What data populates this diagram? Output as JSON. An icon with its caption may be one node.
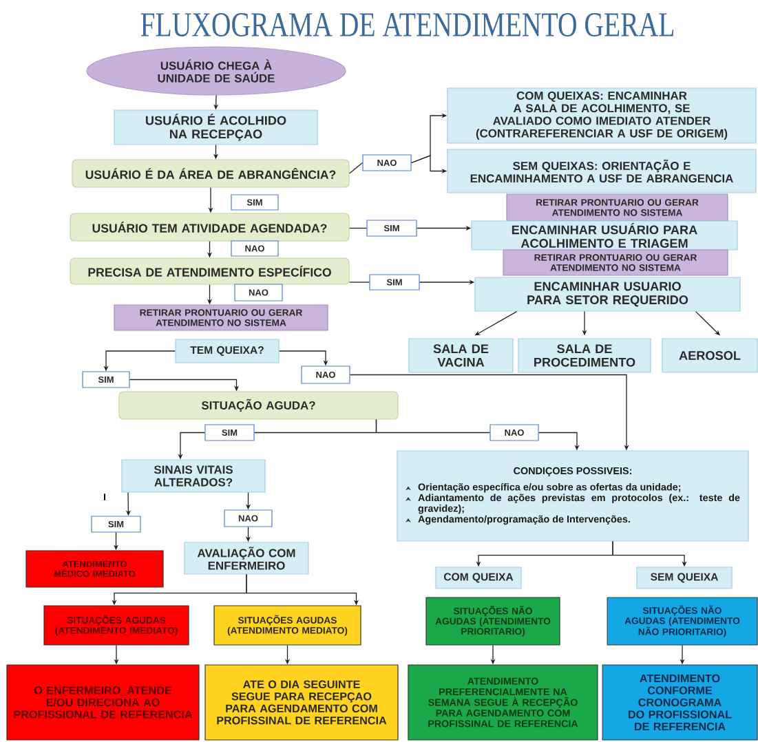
{
  "diagram": {
    "title": "FLUXOGRAMA DE ATENDIMENTO GERAL",
    "nodes": [
      {
        "text": [
          "USUÁRIO CHEGA À UNIDADE DE SAÚDE"
        ]
      },
      {
        "text": [
          "USUÁRIO É ACOLHIDO NA RECEPÇAO"
        ]
      },
      {
        "text": [
          "USUÁRIO É DA ÁREA DE ABRANGÊNCIA?"
        ]
      },
      {
        "text": [
          "NAO"
        ]
      },
      {
        "text": [
          "COM QUEIXAS: ENCAMINHAR A SALA DE ACOLHIMENTO, SE AVALIADO COMO IMEDIATO ATENDER (CONTRAREFERENCIAR A USF DE ORIGEM)"
        ]
      },
      {
        "text": [
          "SEM QUEIXAS: ORIENTAÇÃO E ENCAMINHAMENTO A USF DE ABRANGENCIA"
        ]
      },
      {
        "text": [
          "SIM"
        ]
      },
      {
        "text": [
          "USUÁRIO TEM ATIVIDADE AGENDADA?"
        ]
      },
      {
        "text": [
          "SIM"
        ]
      },
      {
        "text": [
          "RETIRAR PRONTUARIO OU GERAR ATENDIMENTO NO SISTEMA"
        ]
      },
      {
        "text": [
          "ENCAMINHAR USUÁRIO PARA ACOLHIMENTO E TRIAGEM"
        ]
      },
      {
        "text": [
          "NAO"
        ]
      },
      {
        "text": [
          "PRECISA DE ATENDIMENTO ESPECÍFICO"
        ]
      },
      {
        "text": [
          "SIM"
        ]
      },
      {
        "text": [
          "RETIRAR PRONTUARIO OU GERAR ATENDIMENTO NO SISTEMA"
        ]
      },
      {
        "text": [
          "ENCAMINHAR USUARIO PARA SETOR REQUERIDO"
        ]
      },
      {
        "text": [
          "NAO"
        ]
      },
      {
        "text": [
          "RETIRAR PRONTUARIO OU GERAR ATENDIMENTO NO SISTEMA"
        ]
      },
      {
        "text": [
          "SALA DE VACINA"
        ]
      },
      {
        "text": [
          "SALA DE PROCEDIMENTO"
        ]
      },
      {
        "text": [
          "AEROSOL"
        ]
      },
      {
        "text": [
          "TEM QUEIXA?"
        ]
      },
      {
        "text": [
          "SIM"
        ]
      },
      {
        "text": [
          "NAO"
        ]
      },
      {
        "text": [
          "SITUAÇÃO AGUDA?"
        ]
      },
      {
        "text": [
          "SIM"
        ]
      },
      {
        "text": [
          "NAO"
        ]
      },
      {
        "text": [
          "SINAIS VITAIS ALTERADOS?"
        ]
      },
      {
        "text": [
          "CONDIÇOES POSSIVEIS:",
          "Orientação específica e/ou sobre as ofertas da unidade;",
          "Adiantamento de ações previstas em protocolos (ex.: teste de gravidez);",
          "Agendamento/programação de Intervenções."
        ]
      },
      {
        "text": [
          "SIM"
        ]
      },
      {
        "text": [
          "NAO"
        ]
      },
      {
        "text": [
          "ATENDIMENTO MÉDICO IMEDIATO"
        ]
      },
      {
        "text": [
          "AVALIAÇÃO COM ENFERMEIRO"
        ]
      },
      {
        "text": [
          "COM QUEIXA"
        ]
      },
      {
        "text": [
          "SEM QUEIXA"
        ]
      },
      {
        "text": [
          "SITUAÇÕES AGUDAS (ATENDIMENTO IMEDIATO)"
        ]
      },
      {
        "text": [
          "SITUAÇÕES AGUDAS (ATENDIMENTO MEDIATO)"
        ]
      },
      {
        "text": [
          "SITUAÇÕES NÃO AGUDAS (ATENDIMENTO PRIORITARIO)"
        ]
      },
      {
        "text": [
          "SITUAÇÕES NÃO AGUDAS (ATENDIMENTO NÃO PRIORITARIO)"
        ]
      },
      {
        "text": [
          "O ENFERMEIRO_ATENDE E/OU DIRECIONA AO PROFISSIONAL DE REFERENCIA"
        ]
      },
      {
        "text": [
          "ATE O DIA SEGUINTE SEGUE PARA RECEPÇAO PARA AGENDAMENTO COM PROFISSINAL DE REFERENCIA"
        ]
      },
      {
        "text": [
          "ATENDIMENTO PREFERENCIALMENTE NA SEMANA SEGUE À RECEPÇÃO PARA AGENDAMENTO COM PROFISSINAL DE REFERENCIA"
        ]
      },
      {
        "text": [
          "ATENDIMENTO CONFORME CRONOGRAMA DO PROFISSIONAL DE REFERENCIA"
        ]
      }
    ],
    "edges": [
      {
        "from": 0,
        "to": 1,
        "arrow": "to"
      },
      {
        "from": 1,
        "to": 2,
        "arrow": "to"
      },
      {
        "from": 2,
        "to": 3,
        "arrow": "none"
      },
      {
        "from": 3,
        "to": 4,
        "arrow": "to"
      },
      {
        "from": 3,
        "to": 5,
        "arrow": "to"
      },
      {
        "from": 2,
        "to": 7,
        "arrow": "to"
      },
      {
        "from": 7,
        "to": 8,
        "arrow": "none"
      },
      {
        "from": 8,
        "to": 10,
        "arrow": "to"
      },
      {
        "from": 7,
        "to": 12,
        "arrow": "to"
      },
      {
        "from": 12,
        "to": 13,
        "arrow": "none"
      },
      {
        "from": 13,
        "to": 15,
        "arrow": "to"
      },
      {
        "from": 12,
        "to": 17,
        "arrow": "to"
      },
      {
        "from": 15,
        "to": 18,
        "arrow": "to"
      },
      {
        "from": 15,
        "to": 19,
        "arrow": "to"
      },
      {
        "from": 15,
        "to": 20,
        "arrow": "to"
      },
      {
        "from": 21,
        "to": 22,
        "arrow": "to"
      },
      {
        "from": 22,
        "to": 24,
        "arrow": "to"
      },
      {
        "from": 21,
        "to": 23,
        "arrow": "to"
      },
      {
        "from": 23,
        "to": 28,
        "arrow": "to"
      },
      {
        "from": 24,
        "to": 25,
        "arrow": "none"
      },
      {
        "from": 25,
        "to": 27,
        "arrow": "to"
      },
      {
        "from": 24,
        "to": 26,
        "arrow": "none"
      },
      {
        "from": 26,
        "to": 28,
        "arrow": "to"
      },
      {
        "from": 27,
        "to": 29,
        "arrow": "to"
      },
      {
        "from": 29,
        "to": 31,
        "arrow": "to"
      },
      {
        "from": 27,
        "to": 30,
        "arrow": "to"
      },
      {
        "from": 30,
        "to": 32,
        "arrow": "to"
      },
      {
        "from": 32,
        "to": 35,
        "arrow": "to"
      },
      {
        "from": 32,
        "to": 36,
        "arrow": "to"
      },
      {
        "from": 28,
        "to": 33,
        "arrow": "to"
      },
      {
        "from": 28,
        "to": 34,
        "arrow": "to"
      },
      {
        "from": 35,
        "to": 39,
        "arrow": "to"
      },
      {
        "from": 36,
        "to": 40,
        "arrow": "to"
      },
      {
        "from": 37,
        "to": 41,
        "arrow": "to"
      },
      {
        "from": 38,
        "to": 42,
        "arrow": "to"
      }
    ],
    "labels": [
      "I"
    ]
  }
}
